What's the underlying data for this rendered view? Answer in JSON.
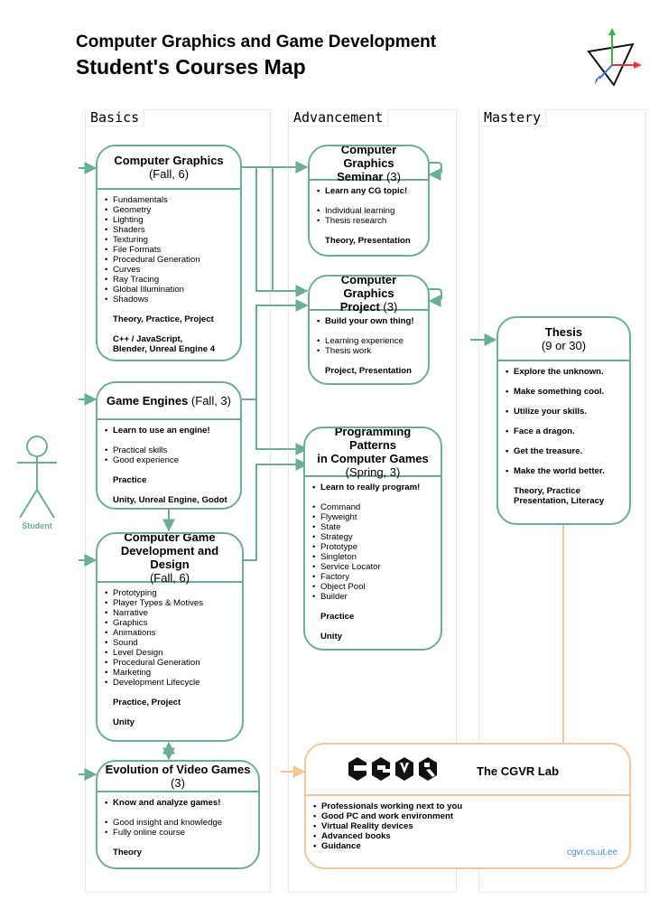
{
  "header": {
    "title_line1": "Computer Graphics and Game Development",
    "title_line2": "Student's Courses Map"
  },
  "colors": {
    "course_border": "#6aae96",
    "lab_border": "#f5c797",
    "axis_y": "#2fb84a",
    "axis_x": "#e03a3a",
    "axis_z": "#3b6fd9",
    "link": "#3b8fd9"
  },
  "lanes": {
    "basics": "Basics",
    "advancement": "Advancement",
    "mastery": "Mastery"
  },
  "student": {
    "label": "Student",
    "icon": "stick-figure-icon"
  },
  "courses": {
    "computer_graphics": {
      "title": "Computer Graphics",
      "sub": "(Fall, 6)",
      "topics": [
        "Fundamentals",
        "Geometry",
        "Lighting",
        "Shaders",
        "Texturing",
        "File Formats",
        "Procedural Generation",
        "Curves",
        "Ray Tracing",
        "Global Illumination",
        "Shadows"
      ],
      "type": "Theory, Practice, Project",
      "tools1": "C++ / JavaScript,",
      "tools2": "Blender, Unreal Engine 4"
    },
    "game_engines": {
      "title": "Game Engines",
      "sub": " (Fall, 3)",
      "highlight": "Learn to use an engine!",
      "points": [
        "Practical skills",
        "Good experience"
      ],
      "type": "Practice",
      "tools": "Unity, Unreal Engine, Godot"
    },
    "game_dev_design": {
      "title1": "Computer Game",
      "title2": "Development and Design",
      "sub": "(Fall, 6)",
      "topics": [
        "Prototyping",
        "Player Types & Motives",
        "Narrative",
        "Graphics",
        "Animations",
        "Sound",
        "Level Design",
        "Procedural Generation",
        "Marketing",
        "Development Lifecycle"
      ],
      "type": "Practice, Project",
      "tools": "Unity"
    },
    "evolution": {
      "title": "Evolution of Video Games",
      "sub": " (3)",
      "highlight": "Know and analyze games!",
      "points": [
        "Good insight and knowledge",
        "Fully online course"
      ],
      "type": "Theory"
    },
    "cg_seminar": {
      "title1": "Computer Graphics",
      "title2": "Seminar",
      "sub": " (3)",
      "highlight": "Learn any CG topic!",
      "points": [
        "Individual learning",
        "Thesis research"
      ],
      "type": "Theory, Presentation"
    },
    "cg_project": {
      "title1": "Computer Graphics",
      "title2": "Project",
      "sub": " (3)",
      "highlight": "Build your own thing!",
      "points": [
        "Learning experience",
        "Thesis work"
      ],
      "type": "Project, Presentation"
    },
    "programming_patterns": {
      "title1": "Programming Patterns",
      "title2": "in Computer Games",
      "sub": "(Spring, 3)",
      "highlight": "Learn to really program!",
      "topics": [
        "Command",
        "Flyweight",
        "State",
        "Strategy",
        "Prototype",
        "Singleton",
        "Service Locator",
        "Factory",
        "Object Pool",
        "Builder"
      ],
      "type": "Practice",
      "tools": "Unity"
    },
    "thesis": {
      "title": "Thesis",
      "sub": "(9 or 30)",
      "points": [
        "Explore the unknown.",
        "Make something cool.",
        "Utilize your skills.",
        "Face a dragon.",
        "Get the treasure.",
        "Make the world better."
      ],
      "type1": "Theory, Practice",
      "type2": "Presentation, Literacy"
    }
  },
  "lab": {
    "title": "The CGVR Lab",
    "logo_text": "CGVR",
    "points": [
      "Professionals working next to you",
      "Good PC and work environment",
      "Virtual Reality devices",
      "Advanced books",
      "Guidance"
    ],
    "url": "cgvr.cs.ut.ee"
  }
}
